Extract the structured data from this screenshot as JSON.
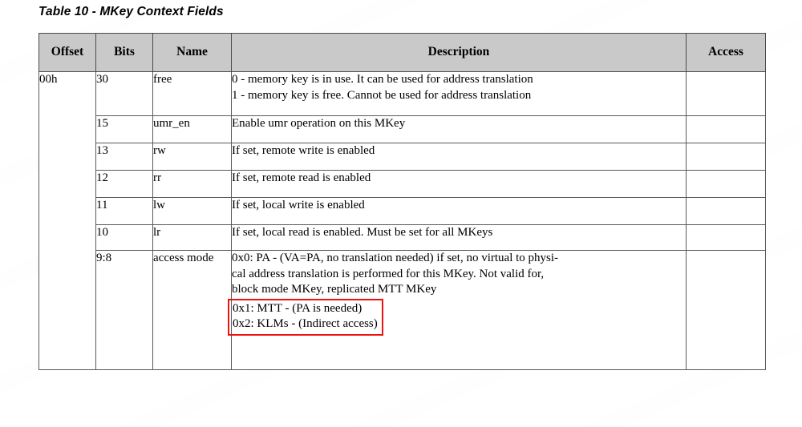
{
  "document": {
    "caption": "Table 10 - MKey Context Fields"
  },
  "table": {
    "columns": [
      "Offset",
      "Bits",
      "Name",
      "Description",
      "Access"
    ],
    "offset_value": "00h",
    "rows": [
      {
        "bits": "30",
        "name": "free",
        "description_lines": [
          "0 - memory key is in use. It can be used for address translation",
          "1 - memory key is free. Cannot be used for address translation"
        ],
        "access": ""
      },
      {
        "bits": "15",
        "name": "umr_en",
        "description_lines": [
          "Enable umr operation on this MKey"
        ],
        "access": ""
      },
      {
        "bits": "13",
        "name": "rw",
        "description_lines": [
          "If set, remote write is enabled"
        ],
        "access": ""
      },
      {
        "bits": "12",
        "name": "rr",
        "description_lines": [
          "If set, remote read is enabled"
        ],
        "access": ""
      },
      {
        "bits": "11",
        "name": "lw",
        "description_lines": [
          "If set, local write is enabled"
        ],
        "access": ""
      },
      {
        "bits": "10",
        "name": "lr",
        "description_lines": [
          "If set, local read is enabled. Must be set for all MKeys"
        ],
        "access": ""
      },
      {
        "bits": "9:8",
        "name": "access mode",
        "description_lines": [
          "0x0: PA - (VA=PA, no translation needed) if set, no virtual to physi-",
          "cal address translation is performed for this MKey. Not valid for,",
          "block mode MKey, replicated MTT MKey"
        ],
        "highlighted_lines": [
          "0x1: MTT - (PA is needed)",
          "0x2: KLMs - (Indirect access)"
        ],
        "access": ""
      }
    ]
  },
  "annotation": {
    "highlight_color": "#ee1111",
    "header_background": "#c9c9c9",
    "border_color": "#58595b"
  }
}
